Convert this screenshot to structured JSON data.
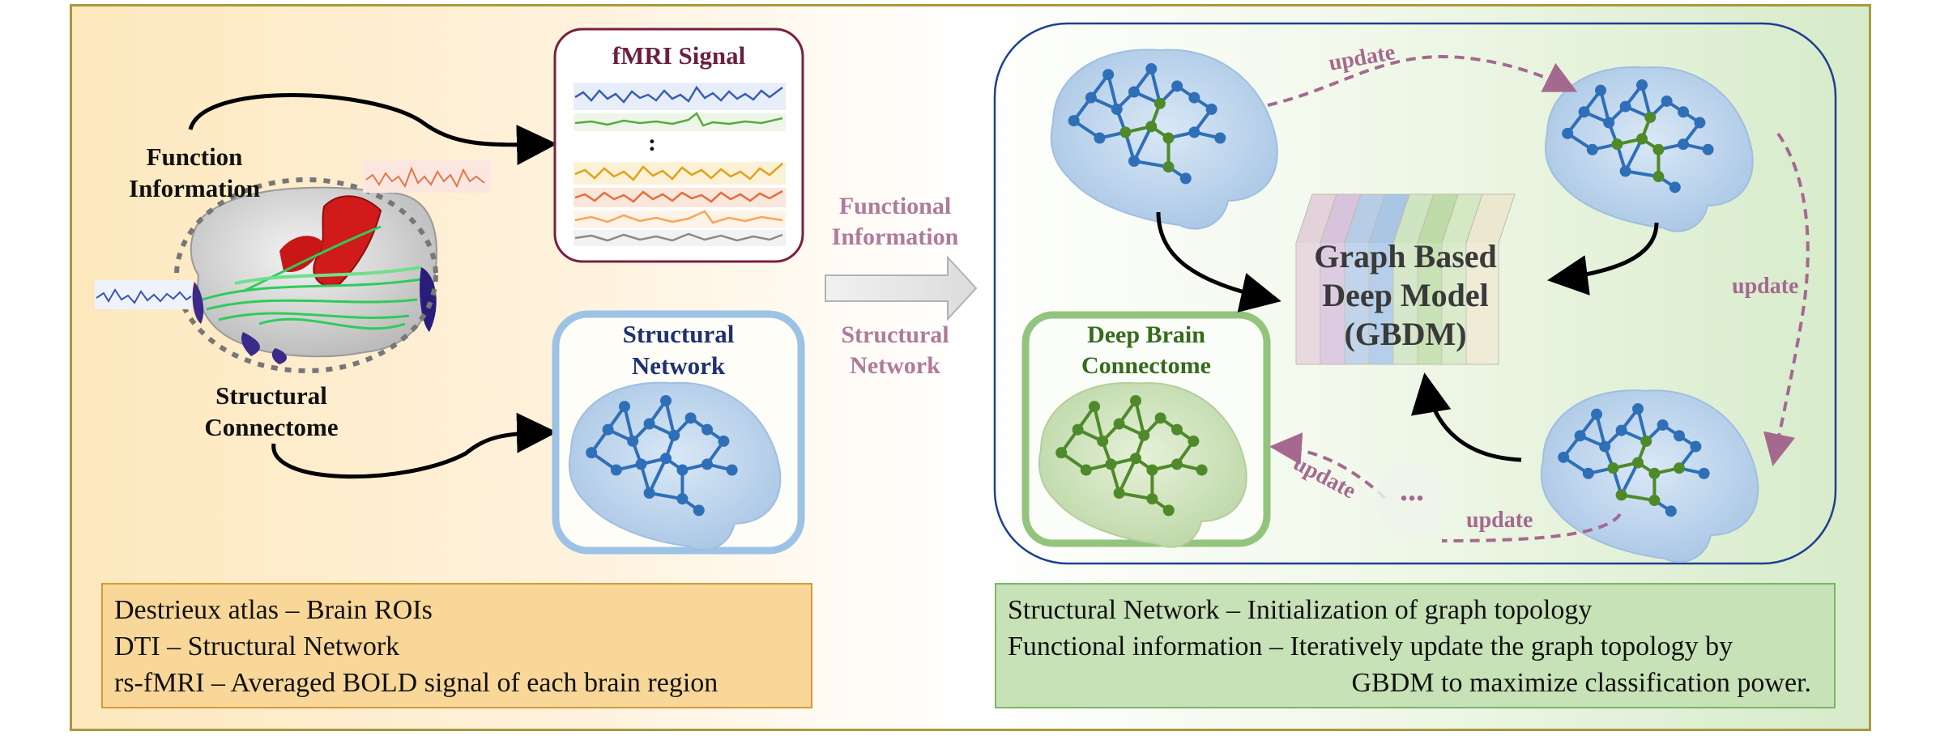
{
  "left": {
    "function_info_line1": "Function",
    "function_info_line2": "Information",
    "structural_connectome_line1": "Structural",
    "structural_connectome_line2": "Connectome",
    "fmri_title": "fMRI Signal",
    "fmri_ellipsis": ":",
    "structural_network_line1": "Structural",
    "structural_network_line2": "Network"
  },
  "middle": {
    "functional_line1": "Functional",
    "functional_line2": "Information",
    "structural_line1": "Structural",
    "structural_line2": "Network"
  },
  "right": {
    "update_label": "update",
    "gbdm_line1": "Graph Based",
    "gbdm_line2": "Deep Model",
    "gbdm_line3": "(GBDM)",
    "dbc_line1": "Deep Brain",
    "dbc_line2": "Connectome",
    "ellipsis": "..."
  },
  "legend_left": [
    "Destrieux atlas  – Brain ROIs",
    "DTI – Structural  Network",
    "rs-fMRI  – Averaged BOLD signal of each brain region"
  ],
  "legend_right": [
    "Structural Network –  Initialization  of graph topology",
    "Functional information  – Iteratively  update the graph topology by",
    "GBDM to maximize  classification  power."
  ],
  "colors": {
    "network_blue": "#2f6fb8",
    "network_green": "#4f8a2a",
    "update_pink": "#a5698f",
    "fmri_border": "#7a1f3d",
    "left_legend_bg": "#f8d799",
    "right_legend_bg": "#c7e2b7"
  }
}
